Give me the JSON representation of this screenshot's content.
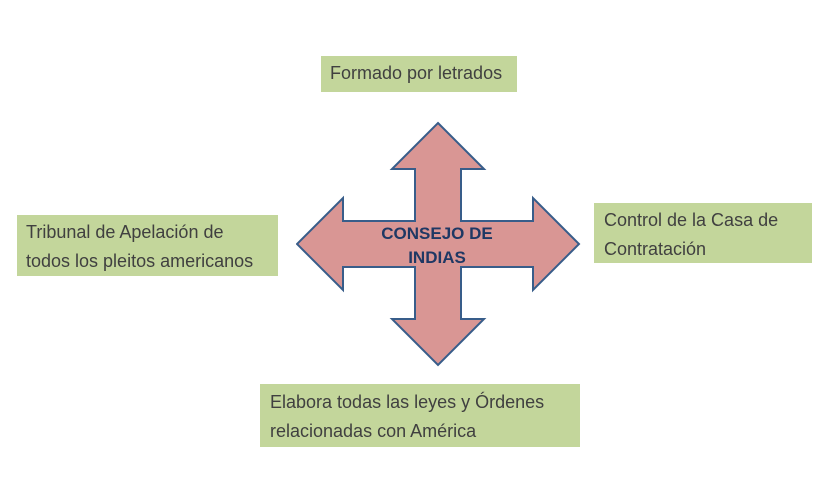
{
  "diagram": {
    "title_node": {
      "line1": "CONSEJO DE",
      "line2": "INDIAS"
    },
    "nodes": {
      "top": {
        "text": "Formado por letrados"
      },
      "right": {
        "line1": "Control de la Casa de",
        "line2": "Contratación"
      },
      "left": {
        "line1": "Tribunal de Apelación de",
        "line2": "todos los pleitos americanos"
      },
      "bottom": {
        "line1": "Elabora todas las leyes y Órdenes",
        "line2": "relacionadas con América"
      }
    },
    "style": {
      "background": "#ffffff",
      "green_box_bg": "#c3d69b",
      "green_box_text": "#404040",
      "arrow_fill": "#d99694",
      "arrow_stroke": "#385d8a",
      "arrow_text": "#1f3864"
    }
  }
}
